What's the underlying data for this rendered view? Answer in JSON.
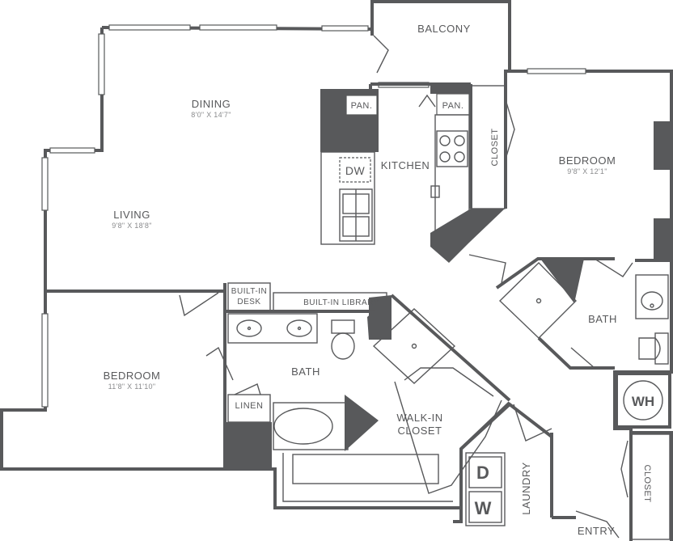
{
  "rooms": {
    "balcony": "BALCONY",
    "dining": "DINING",
    "dining_dim": "8'0\" X 14'7\"",
    "living": "LIVING",
    "living_dim": "9'8\" X 18'8\"",
    "kitchen": "KITCHEN",
    "pantry_left": "PAN.",
    "pantry_right": "PAN.",
    "dishwasher": "DW",
    "closet_kitchen": "CLOSET",
    "bedroom_right": "BEDROOM",
    "bedroom_right_dim": "9'8\" X 12'1\"",
    "bath_right": "BATH",
    "water_heater": "WH",
    "closet_entry": "CLOSET",
    "entry": "ENTRY",
    "laundry": "LAUNDRY",
    "dryer": "D",
    "washer": "W",
    "walkin_closet_line1": "WALK-IN",
    "walkin_closet_line2": "CLOSET",
    "bath_left": "BATH",
    "linen": "LINEN",
    "builtin_desk_line1": "BUILT-IN",
    "builtin_desk_line2": "DESK",
    "builtin_library": "BUILT-IN LIBRARY",
    "bedroom_left": "BEDROOM",
    "bedroom_left_dim": "11'8\" X 11'10\""
  },
  "colors": {
    "wall": "#58595b",
    "dimension_text": "#8a8b8d",
    "background": "#ffffff"
  }
}
